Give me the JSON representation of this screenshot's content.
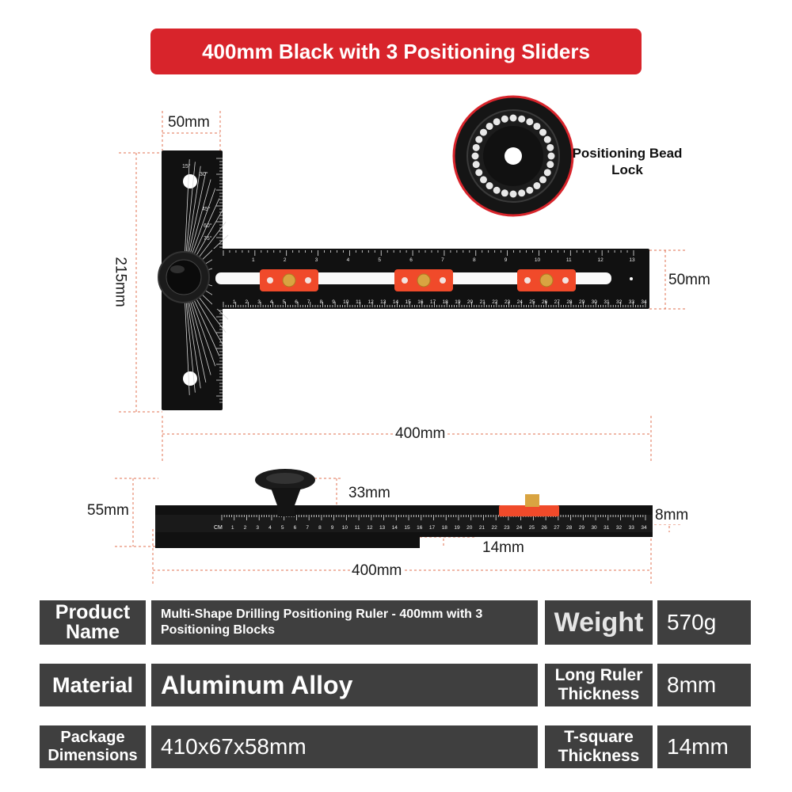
{
  "banner": {
    "title": "400mm Black with 3 Positioning Sliders"
  },
  "top_view": {
    "dim_width_head": "50mm",
    "dim_height": "215mm",
    "dim_width_ruler": "50mm",
    "dim_length": "400mm",
    "inset_label": "Positioning Bead Lock",
    "angle_marks": [
      "15°",
      "30°",
      "45°",
      "60°",
      "75°"
    ],
    "scale_top": [
      "1",
      "2",
      "3",
      "4",
      "5",
      "6",
      "7",
      "8",
      "9",
      "10",
      "11",
      "12",
      "13"
    ],
    "scale_bottom": [
      "1",
      "2",
      "3",
      "4",
      "5",
      "6",
      "7",
      "8",
      "9",
      "10",
      "11",
      "12",
      "13",
      "14",
      "15",
      "16",
      "17",
      "18",
      "19",
      "20",
      "21",
      "22",
      "23",
      "24",
      "25",
      "26",
      "27",
      "28",
      "29",
      "30",
      "31",
      "32",
      "33",
      "34"
    ]
  },
  "side_view": {
    "dim_height": "55mm",
    "dim_knob": "33mm",
    "dim_thickness": "8mm",
    "dim_tsquare": "14mm",
    "dim_length": "400mm",
    "scale_unit": "CM",
    "scale": [
      "1",
      "2",
      "3",
      "4",
      "5",
      "6",
      "7",
      "8",
      "9",
      "10",
      "11",
      "12",
      "13",
      "14",
      "15",
      "16",
      "17",
      "18",
      "19",
      "20",
      "21",
      "22",
      "23",
      "24",
      "25",
      "26",
      "27",
      "28",
      "29",
      "30",
      "31",
      "32",
      "33",
      "34"
    ]
  },
  "specs": {
    "product_name_label": "Product Name",
    "product_name_value": "Multi-Shape Drilling Positioning Ruler - 400mm with 3 Positioning Blocks",
    "weight_label": "Weight",
    "weight_value": "570g",
    "material_label": "Material",
    "material_value": "Aluminum Alloy",
    "long_ruler_label": "Long Ruler Thickness",
    "long_ruler_value": "8mm",
    "package_label": "Package Dimensions",
    "package_value": "410x67x58mm",
    "tsquare_label": "T-square Thickness",
    "tsquare_value": "14mm"
  },
  "colors": {
    "accent_red": "#d8242b",
    "slider_orange": "#f04a2a",
    "brass": "#d9a441",
    "ruler_black": "#111111",
    "cell_gray": "#3f3f3f"
  }
}
